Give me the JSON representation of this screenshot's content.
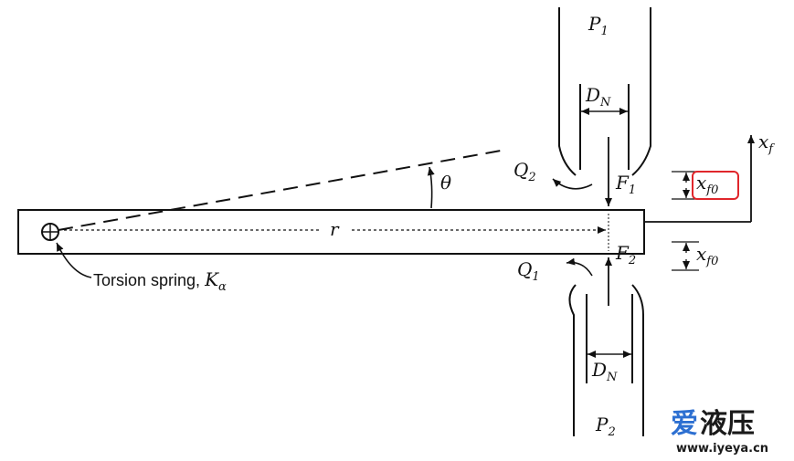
{
  "labels": {
    "p1": "P",
    "p1_sub": "1",
    "p2": "P",
    "p2_sub": "2",
    "dn_top": "D",
    "dn_top_sub": "N",
    "dn_bottom": "D",
    "dn_bottom_sub": "N",
    "q2": "Q",
    "q2_sub": "2",
    "q1": "Q",
    "q1_sub": "1",
    "f1": "F",
    "f1_sub": "1",
    "f2": "F",
    "f2_sub": "2",
    "theta": "θ",
    "r": "r",
    "xf_axis": "x",
    "xf_axis_sub": "f",
    "xf0_top": "x",
    "xf0_top_sub": "f0",
    "xf0_bottom": "x",
    "xf0_bottom_sub": "f0",
    "torsion_text": "Torsion spring, ",
    "torsion_k": "K",
    "torsion_k_sub": "α"
  },
  "highlight": {
    "target": "xf0_top",
    "color": "#e0262b"
  },
  "watermark": {
    "brand_a": "爱",
    "brand_b": "液压",
    "url": "www.iyeya.cn",
    "color_a": "#2c6fd1",
    "color_b": "#1a1a1a"
  }
}
